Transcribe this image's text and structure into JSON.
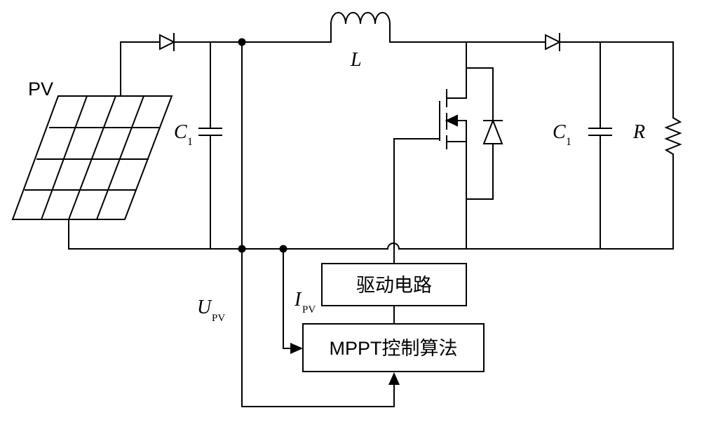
{
  "labels": {
    "pv": "PV",
    "inductor": "L",
    "c_in_letter": "C",
    "c_in_sub": "1",
    "c_out_letter": "C",
    "c_out_sub": "1",
    "resistor": "R",
    "voltage_letter": "U",
    "voltage_sub": "PV",
    "current_letter": "I",
    "current_sub": "PV"
  },
  "blocks": {
    "driver": "驱动电路",
    "mppt": "MPPT控制算法"
  },
  "colors": {
    "line": "#000000",
    "background": "#ffffff"
  }
}
